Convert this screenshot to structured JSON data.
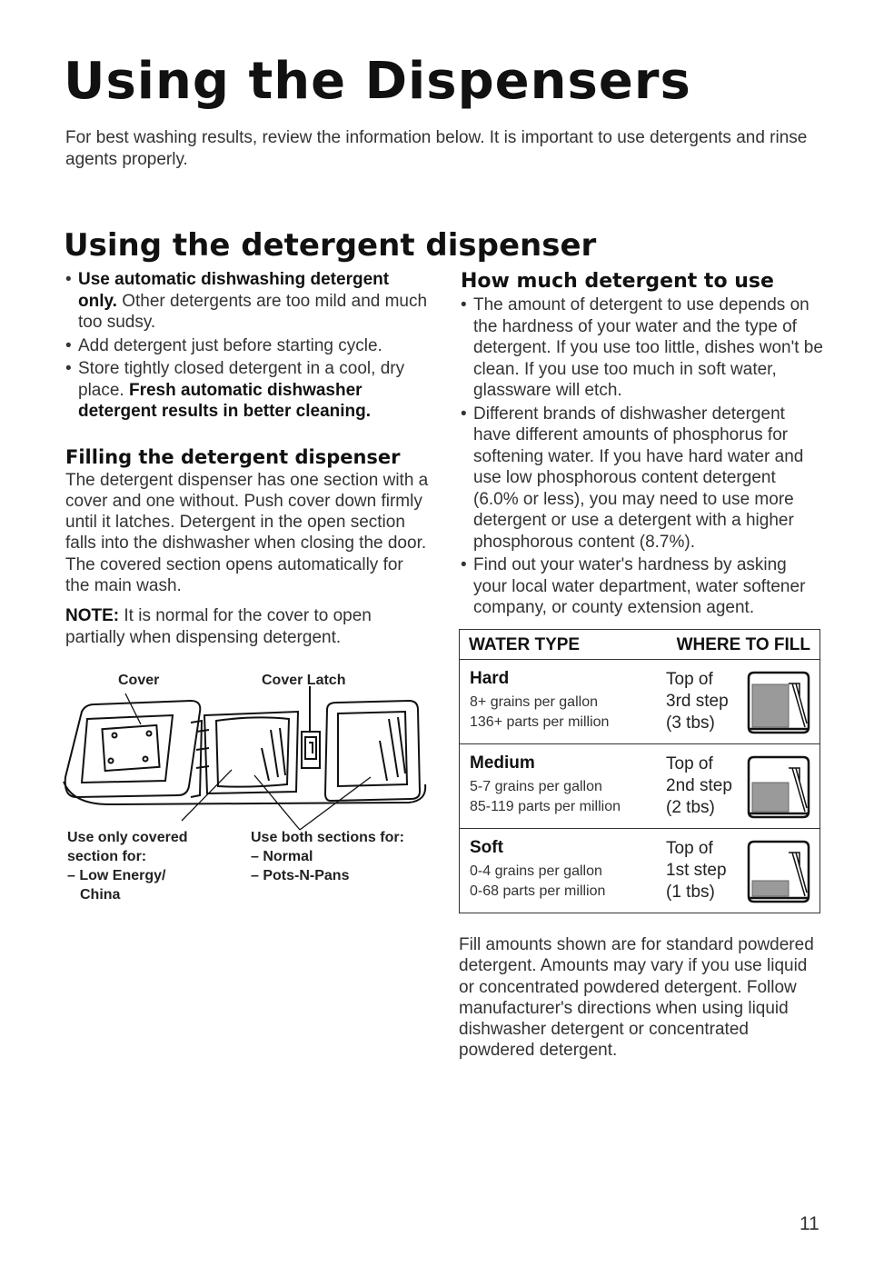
{
  "page": {
    "title": "Using the Dispensers",
    "intro": "For best washing results, review the information below. It is important to use detergents and rinse agents properly.",
    "page_number": "11"
  },
  "detergent_section": {
    "heading": "Using the detergent dispenser",
    "bullets": [
      {
        "bold": "Use automatic dishwashing detergent only.",
        "text": " Other detergents are too mild and much too sudsy."
      },
      {
        "bold": "",
        "text": "Add detergent just before starting cycle."
      },
      {
        "bold": "",
        "text": "Store tightly closed detergent in a cool, dry place. ",
        "bold_after": "Fresh automatic dishwasher detergent results in better cleaning."
      }
    ]
  },
  "filling": {
    "heading": "Filling the detergent dispenser",
    "body": "The detergent dispenser has one section with a cover and one without. Push cover down firmly until it latches. Detergent in the open section falls into the dishwasher when closing the door. The covered section opens automatically for the main wash.",
    "note_label": "NOTE:",
    "note_text": " It is normal for the cover to open partially when dispensing detergent."
  },
  "diagram": {
    "label_cover": "Cover",
    "label_latch": "Cover Latch",
    "left_caption": [
      "Use only covered",
      "section for:",
      "– Low Energy/",
      "China"
    ],
    "right_caption": [
      "Use both sections for:",
      "– Normal",
      "– Pots-N-Pans"
    ]
  },
  "how_much": {
    "heading": "How much detergent to use",
    "bullets": [
      "The amount of detergent to use depends on the hardness of your water and the type of detergent. If you use too little, dishes won't be clean. If you use too much in soft water, glassware will etch.",
      "Different brands of dishwasher detergent have different amounts of phosphorus for softening water. If you have hard water and use low phosphorous content detergent (6.0% or less), you may need to use more detergent or use a detergent with a higher phosphorous content (8.7%).",
      "Find out your water's hardness by asking your local water department, water softener company, or county extension agent."
    ]
  },
  "water_table": {
    "col1": "WATER TYPE",
    "col2": "WHERE TO FILL",
    "rows": [
      {
        "name": "Hard",
        "line1": "8+ grains per gallon",
        "line2": "136+ parts per million",
        "fill": [
          "Top of",
          "3rd step",
          "(3 tbs)"
        ],
        "level": 3
      },
      {
        "name": "Medium",
        "line1": "5-7 grains per gallon",
        "line2": "85-119 parts per million",
        "fill": [
          "Top of",
          "2nd step",
          "(2 tbs)"
        ],
        "level": 2
      },
      {
        "name": "Soft",
        "line1": "0-4 grains per gallon",
        "line2": "0-68 parts per million",
        "fill": [
          "Top of",
          "1st step",
          "(1 tbs)"
        ],
        "level": 1
      }
    ]
  },
  "fill_note": "Fill amounts shown are for standard powdered detergent. Amounts may vary if you use liquid or concentrated powdered detergent. Follow manufacturer's directions when using liquid dishwasher detergent or concentrated powdered detergent."
}
